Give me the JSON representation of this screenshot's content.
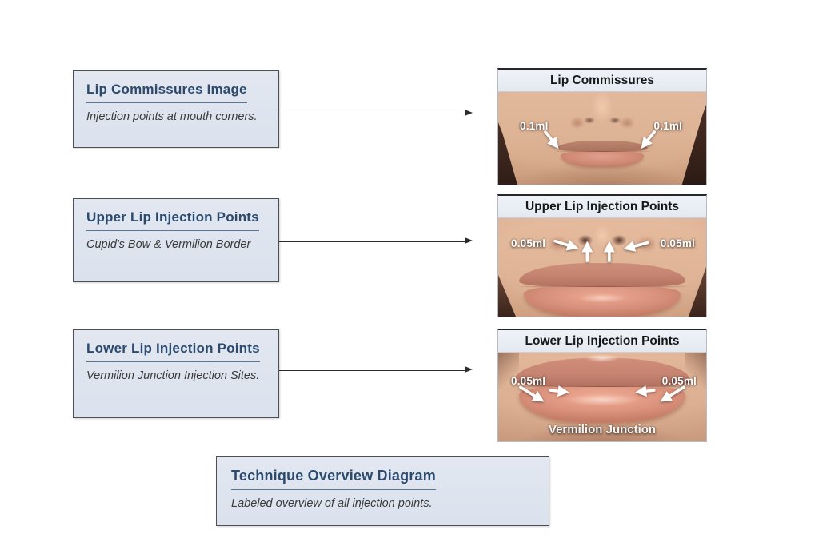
{
  "colors": {
    "page_bg": "#ffffff",
    "note_box_bg": "#dde3ee",
    "note_box_border": "#4d4f52",
    "note_title": "#2b4a6d",
    "note_underline": "#5b7695",
    "note_subtitle": "#3a3a3a",
    "panel_header_bg": "#e8ecf3",
    "panel_header_text": "#17181a",
    "connector": "#2b2b2b",
    "dose_label_text": "#ffffff",
    "skin_tone": "#d5a78a",
    "lip_tone": "#d08a76",
    "hair_tone": "#3a241b"
  },
  "label_boxes": [
    {
      "title": "Lip Commissures Image",
      "subtitle": "Injection points at mouth corners."
    },
    {
      "title": "Upper Lip Injection Points",
      "subtitle": "Cupid's Bow & Vermilion Border"
    },
    {
      "title": "Lower Lip Injection Points",
      "subtitle": "Vermilion Junction Injection Sites."
    }
  ],
  "overview_box": {
    "title": "Technique Overview Diagram",
    "subtitle": "Labeled overview of all injection points."
  },
  "panels": [
    {
      "header": "Lip Commissures",
      "left_label": "0.1ml",
      "right_label": "0.1ml"
    },
    {
      "header": "Upper Lip Injection Points",
      "left_label": "0.05ml",
      "right_label": "0.05ml"
    },
    {
      "header": "Lower Lip Injection Points",
      "left_label": "0.05ml",
      "right_label": "0.05ml",
      "caption": "Vermilion Junction"
    }
  ]
}
